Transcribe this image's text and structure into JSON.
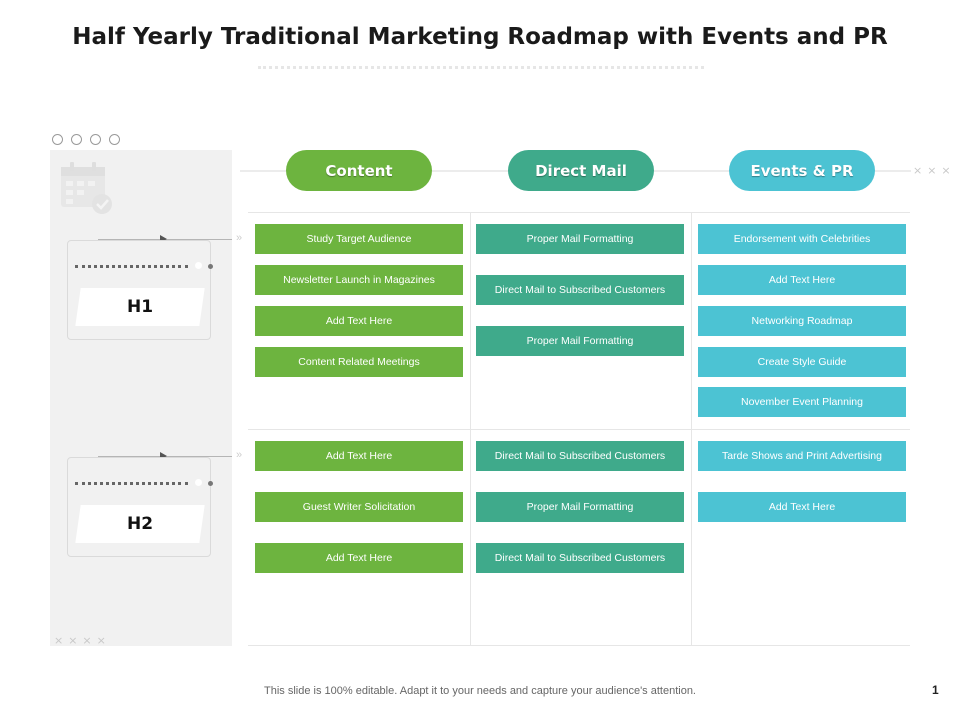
{
  "title": "Half Yearly Traditional Marketing Roadmap with Events and PR",
  "columns": [
    {
      "label": "Content",
      "color": "#6db43f"
    },
    {
      "label": "Direct Mail",
      "color": "#3faa8b"
    },
    {
      "label": "Events & PR",
      "color": "#4cc3d3"
    }
  ],
  "rows": [
    {
      "label": "H1",
      "cells": [
        [
          "Study Target Audience",
          "Newsletter Launch in Magazines",
          "Add Text Here",
          "Content Related Meetings"
        ],
        [
          "Proper Mail Formatting",
          "Direct Mail to Subscribed Customers",
          "Proper Mail Formatting"
        ],
        [
          "Endorsement with Celebrities",
          "Add Text Here",
          "Networking Roadmap",
          "Create Style Guide",
          "November Event Planning"
        ]
      ]
    },
    {
      "label": "H2",
      "cells": [
        [
          "Add Text Here",
          "Guest Writer Solicitation",
          "Add Text Here"
        ],
        [
          "Direct Mail to Subscribed Customers",
          "Proper Mail Formatting",
          "Direct Mail to Subscribed Customers"
        ],
        [
          "Tarde Shows and Print Advertising",
          "Add Text Here"
        ]
      ]
    }
  ],
  "footer": "This slide is 100% editable. Adapt it to your needs and capture your audience's attention.",
  "page_number": "1"
}
